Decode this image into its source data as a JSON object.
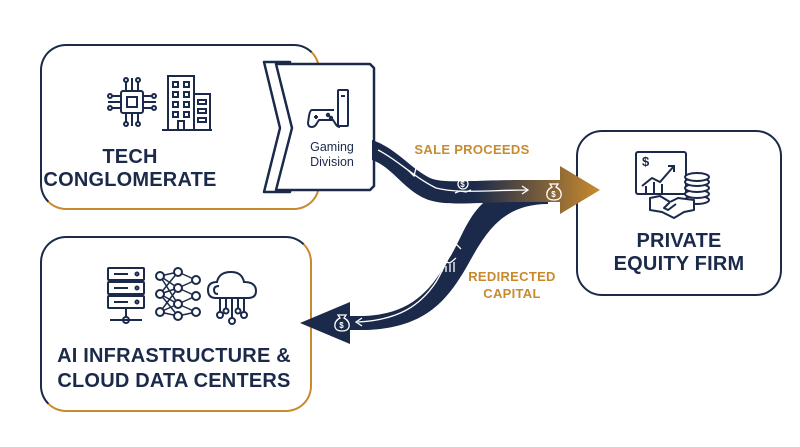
{
  "tech": {
    "title_line1": "TECH",
    "title_line2": "CONGLOMERATE"
  },
  "division": {
    "line1": "Gaming",
    "line2": "Division"
  },
  "pe": {
    "title_line1": "PRIVATE",
    "title_line2": "EQUITY FIRM"
  },
  "ai": {
    "title_line1": "AI INFRASTRUCTURE &",
    "title_line2": "CLOUD DATA CENTERS"
  },
  "flows": {
    "sale_label": "SALE PROCEEDS",
    "redirect_line1": "REDIRECTED",
    "redirect_line2": "CAPITAL"
  },
  "colors": {
    "navy": "#1b2a4a",
    "gold": "#c98a2e"
  },
  "icons": [
    "chip-icon",
    "office-building-icon",
    "game-console-icon",
    "dollar-hand-icon",
    "money-bag-icon",
    "growth-chart-icon",
    "handshake-icon",
    "coins-icon",
    "server-rack-icon",
    "neural-network-icon",
    "cloud-network-icon"
  ]
}
